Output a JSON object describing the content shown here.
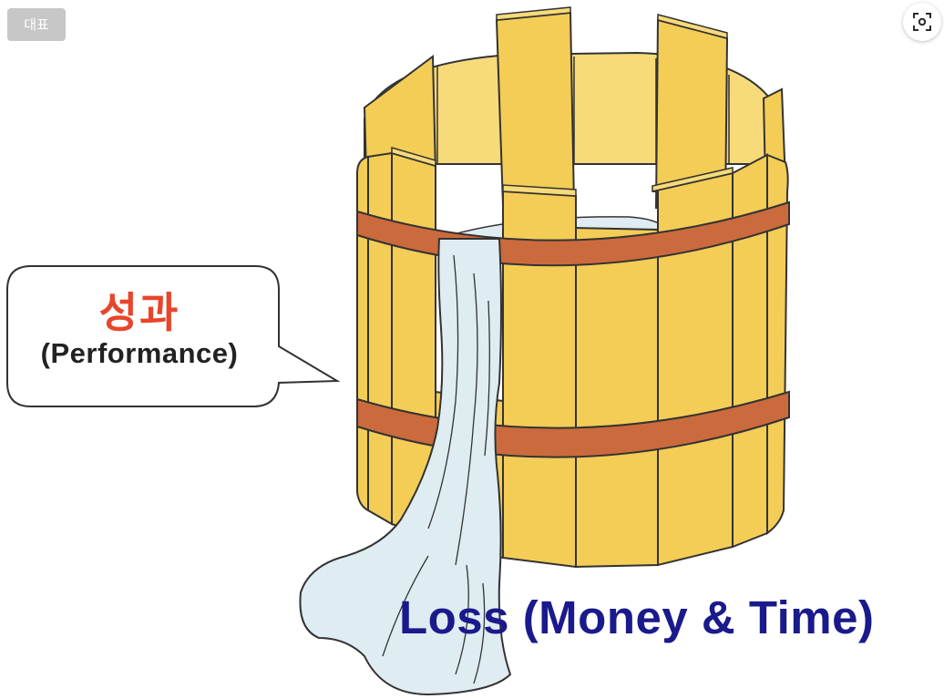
{
  "badge": {
    "label": "대표"
  },
  "lens_button": {
    "icon": "lens-search-icon"
  },
  "figure": {
    "bubble_title": "성과",
    "bubble_subtitle": "(Performance)",
    "caption": "Loss (Money & Time)"
  },
  "colors": {
    "stave": "#f4cd56",
    "stave_inner": "#f7da7a",
    "hoop": "#cb6a3d",
    "water": "#dfecf1",
    "title_red": "#e8452a",
    "caption_blue": "#1a1a8c"
  }
}
